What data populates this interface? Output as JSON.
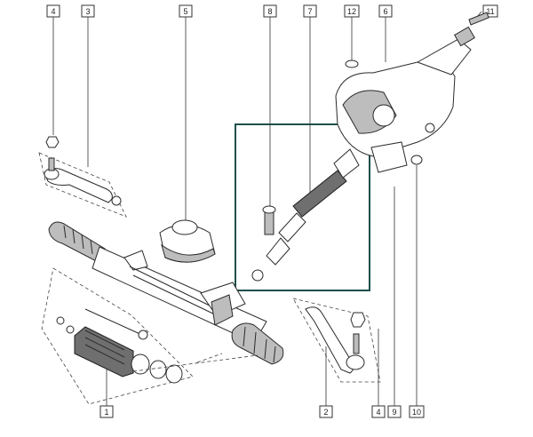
{
  "diagram": {
    "callouts": [
      {
        "id": "4a",
        "label": "4"
      },
      {
        "id": "3",
        "label": "3"
      },
      {
        "id": "5",
        "label": "5"
      },
      {
        "id": "8",
        "label": "8"
      },
      {
        "id": "7",
        "label": "7"
      },
      {
        "id": "12",
        "label": "12"
      },
      {
        "id": "6",
        "label": "6"
      },
      {
        "id": "11",
        "label": "11"
      },
      {
        "id": "1",
        "label": "1"
      },
      {
        "id": "2",
        "label": "2"
      },
      {
        "id": "4b",
        "label": "4"
      },
      {
        "id": "9",
        "label": "9"
      },
      {
        "id": "10",
        "label": "10"
      }
    ],
    "colors": {
      "highlight_frame": "#1f4f4a",
      "line": "#2a2a2a",
      "shade": "#bdbdbd"
    }
  }
}
